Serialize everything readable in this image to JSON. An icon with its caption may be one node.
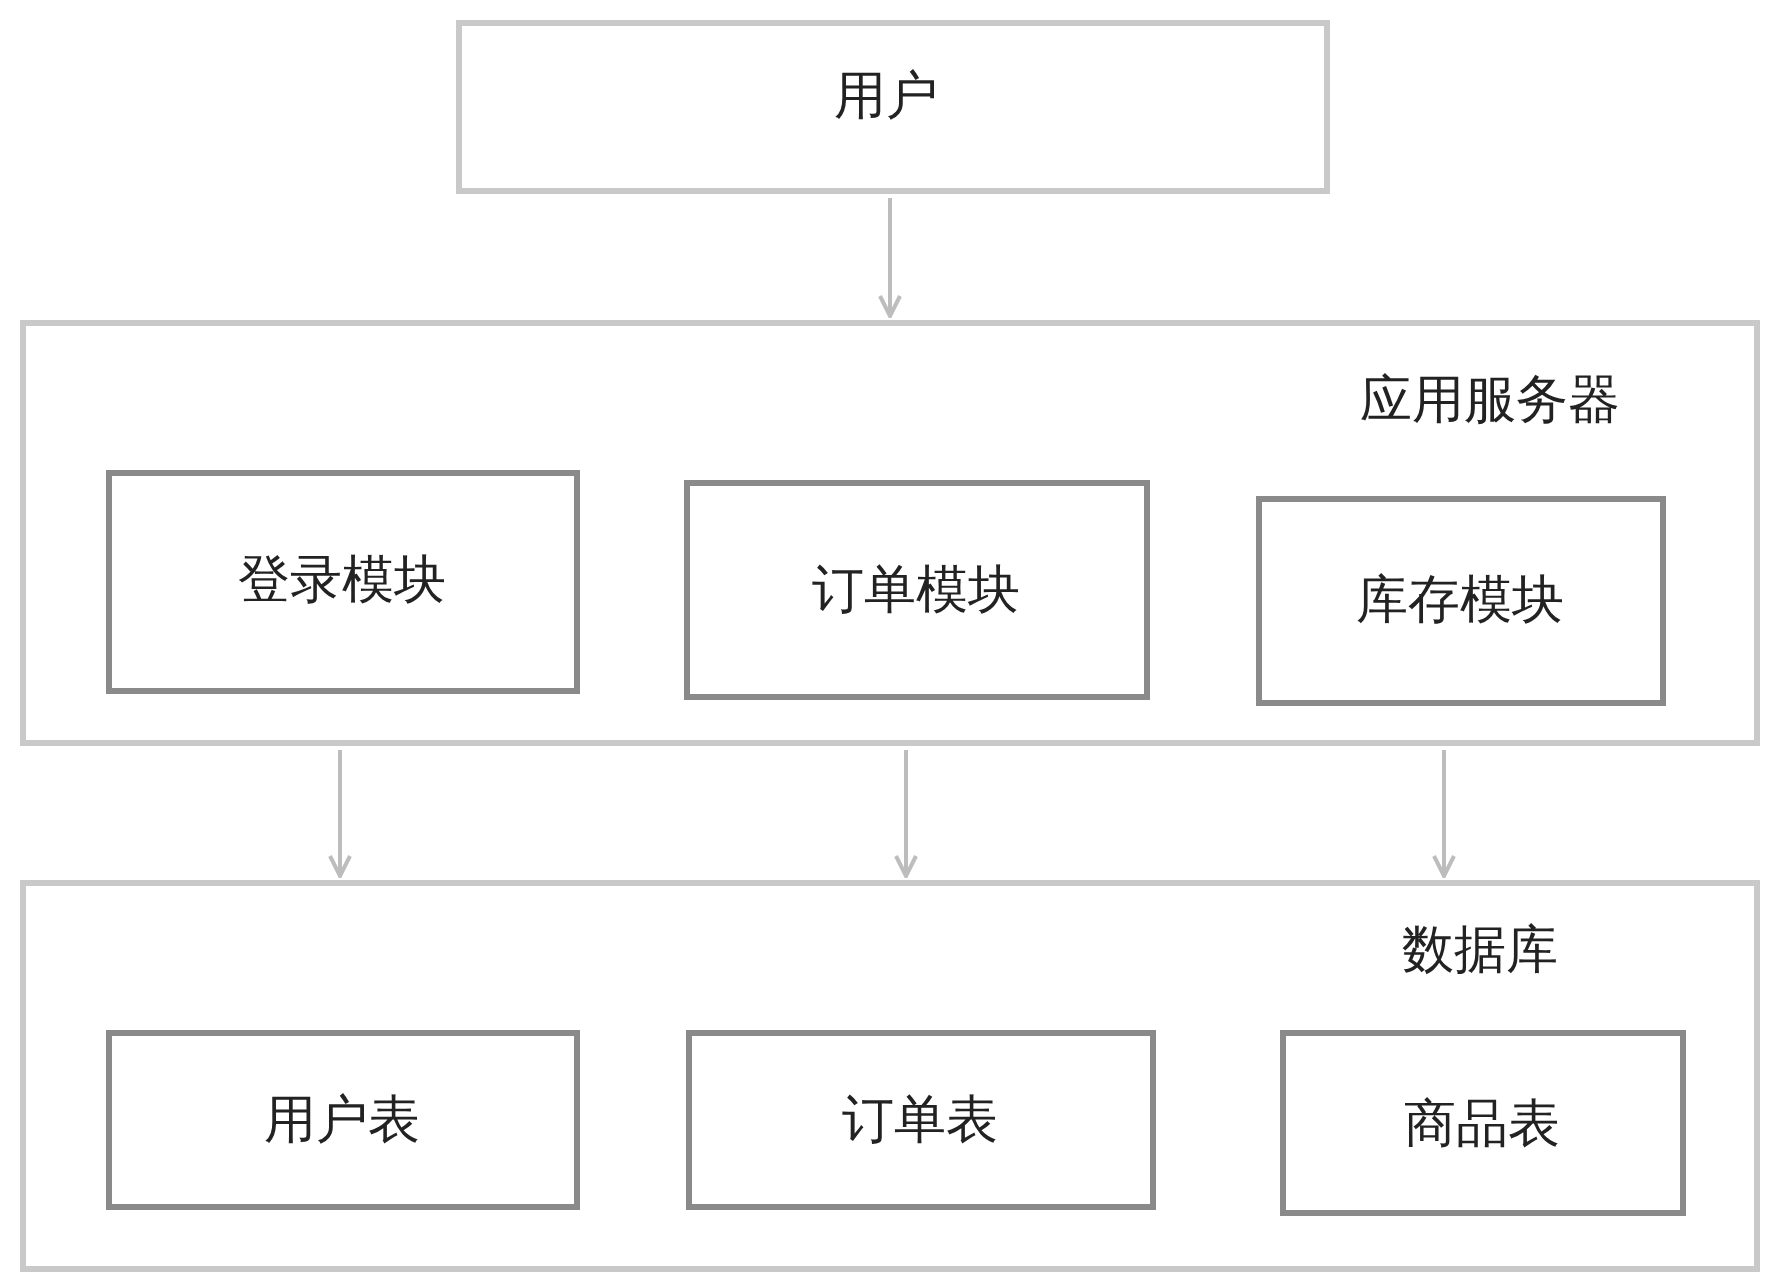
{
  "diagram": {
    "nodes": [
      {
        "text": [
          "用户"
        ]
      },
      {
        "text": [
          "应用服务器"
        ]
      },
      {
        "text": [
          "登录模块"
        ],
        "in": 1
      },
      {
        "text": [
          "订单模块"
        ],
        "in": 1
      },
      {
        "text": [
          "库存模块"
        ],
        "in": 1
      },
      {
        "text": [
          "数据库"
        ]
      },
      {
        "text": [
          "用户表"
        ],
        "in": 5
      },
      {
        "text": [
          "订单表"
        ],
        "in": 5
      },
      {
        "text": [
          "商品表"
        ],
        "in": 5
      }
    ],
    "edges": [
      {
        "from": 0,
        "to": 1,
        "arrow": "to"
      },
      {
        "from": 1,
        "to": 5,
        "arrow": "to"
      },
      {
        "from": 1,
        "to": 5,
        "arrow": "to"
      },
      {
        "from": 1,
        "to": 5,
        "arrow": "to"
      }
    ]
  }
}
